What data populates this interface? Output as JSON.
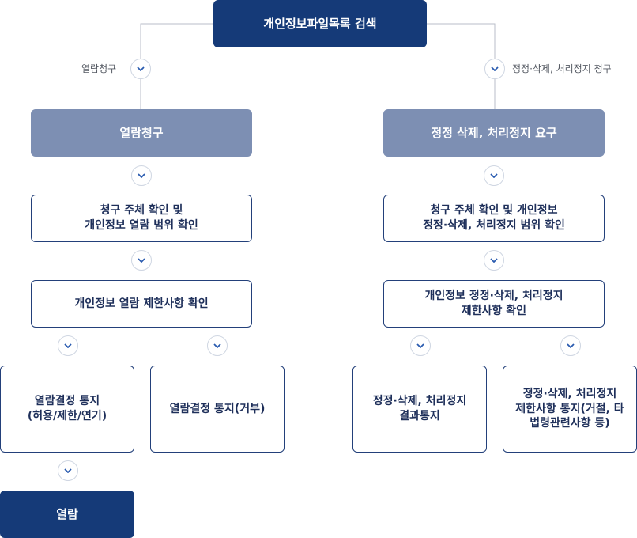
{
  "top": {
    "label": "개인정보파일목록 검색"
  },
  "branch_labels": {
    "left": "열람청구",
    "right": "정정·삭제, 처리정지 청구"
  },
  "left": {
    "header": "열람청구",
    "step1": "청구 주체 확인 및\n개인정보 열람 범위 확인",
    "step2": "개인정보 열람 제한사항 확인",
    "result_a": "열람결정 통지\n(허용/제한/연기)",
    "result_b": "열람결정 통지(거부)",
    "final": "열람"
  },
  "right": {
    "header": "정정 삭제, 처리정지 요구",
    "step1": "청구 주체 확인 및 개인정보\n정정·삭제, 처리정지 범위 확인",
    "step2": "개인정보 정정·삭제, 처리정지\n제한사항 확인",
    "result_a": "정정·삭제, 처리정지\n결과통지",
    "result_b": "정정·삭제, 처리정지\n제한사항 통지(거절, 타\n법령관련사항 등)"
  },
  "colors": {
    "navy": "#153a78",
    "slate": "#7d8fb3",
    "border": "#23407a",
    "chevron": "#2a5bb0",
    "line": "#b9bec8"
  },
  "icons": {
    "chevron": "chevron-down-icon"
  }
}
